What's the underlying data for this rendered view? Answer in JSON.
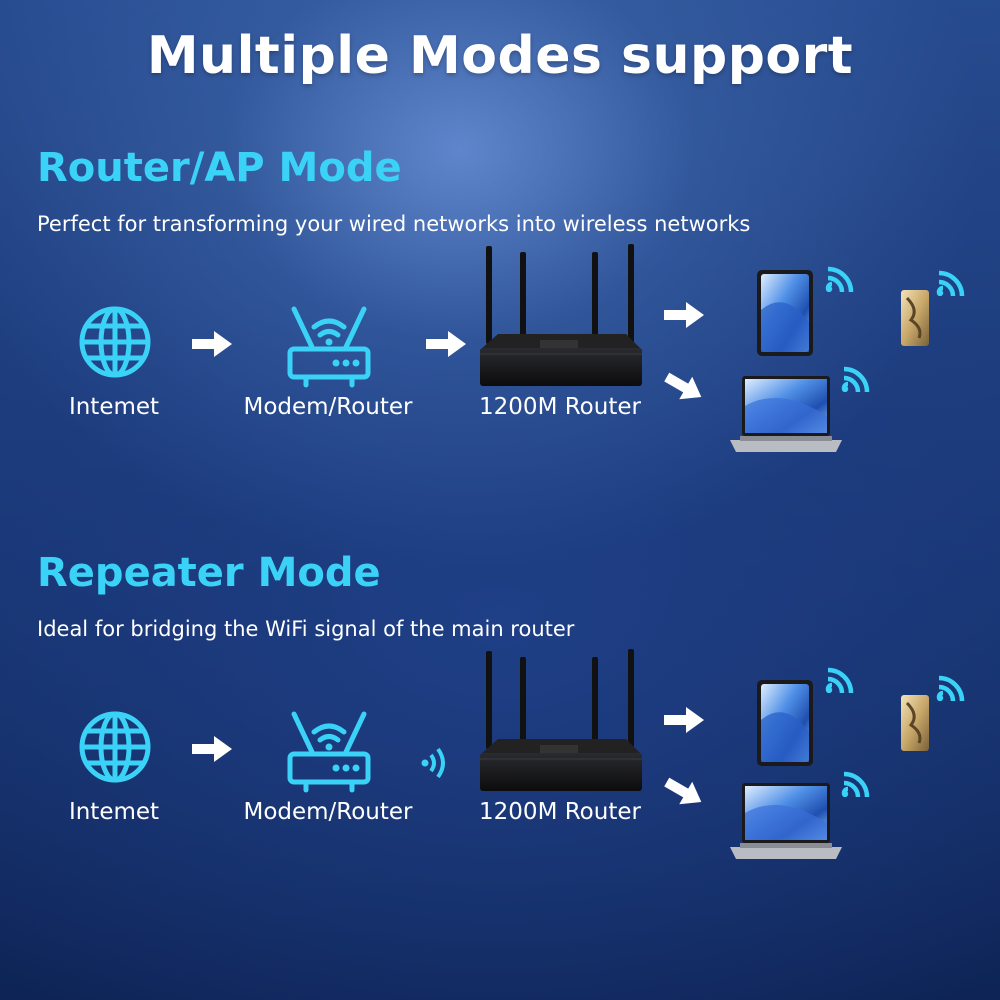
{
  "title": "Multiple Modes support",
  "colors": {
    "accent": "#3ad3f7",
    "text": "#ffffff",
    "router": "#121314"
  },
  "modes": [
    {
      "heading": "Router/AP Mode",
      "description": "Perfect for transforming your wired networks into wireless networks",
      "nodes": {
        "internet": "Intemet",
        "modem": "Modem/Router",
        "router": "1200M Router"
      },
      "link_from_modem": "arrow-right-icon"
    },
    {
      "heading": "Repeater Mode",
      "description": "Ideal for bridging the WiFi signal of the main router",
      "nodes": {
        "internet": "Intemet",
        "modem": "Modem/Router",
        "router": "1200M Router"
      },
      "link_from_modem": "wireless-signal-icon"
    }
  ],
  "icons": [
    "globe-icon",
    "modem-router-icon",
    "arrow-right-icon",
    "wifi-signal-icon",
    "tablet-image",
    "laptop-image",
    "phone-image",
    "router-image"
  ]
}
